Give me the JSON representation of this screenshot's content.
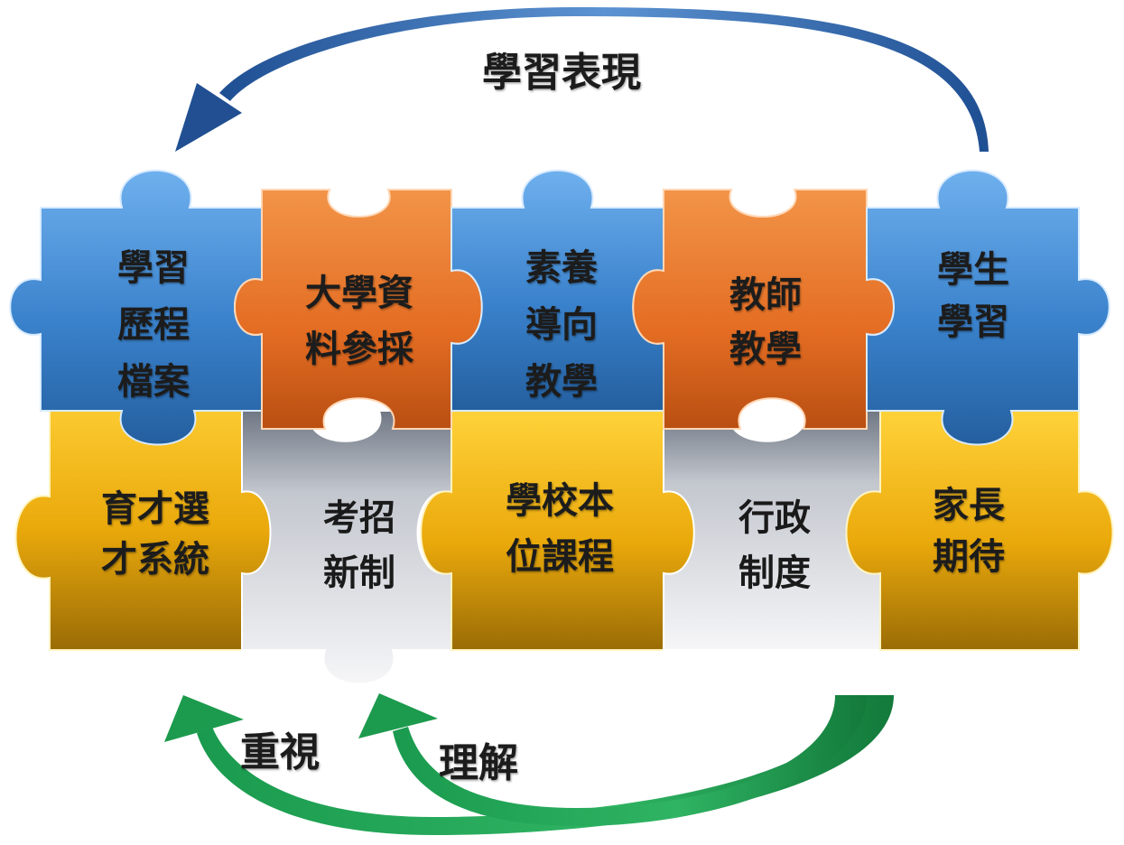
{
  "arrows": {
    "top": {
      "label": "學習表現",
      "color": "#2a5ea8"
    },
    "bottom_left": {
      "label": "重視",
      "color": "#1f9a4f"
    },
    "bottom_right": {
      "label": "理解",
      "color": "#1f9a4f"
    }
  },
  "colors": {
    "blue": "#3f86cf",
    "orange": "#e8772a",
    "yellow": "#e6a80a",
    "gray": "#c9ccd2"
  },
  "pieces": {
    "portfolio": {
      "lines": [
        "學習",
        "歷程",
        "檔案"
      ],
      "color": "blue"
    },
    "univ_admission_ref": {
      "lines": [
        "大學資",
        "料參採"
      ],
      "color": "orange"
    },
    "competency_teaching": {
      "lines": [
        "素養",
        "導向",
        "教學"
      ],
      "color": "blue"
    },
    "teacher_teaching": {
      "lines": [
        "教師",
        "教學"
      ],
      "color": "orange"
    },
    "student_learning": {
      "lines": [
        "學生",
        "學習"
      ],
      "color": "blue"
    },
    "talent_selection": {
      "lines": [
        "育才選",
        "才系統"
      ],
      "color": "yellow"
    },
    "new_exam_system": {
      "lines": [
        "考招",
        "新制"
      ],
      "color": "gray"
    },
    "school_curriculum": {
      "lines": [
        "學校本",
        "位課程"
      ],
      "color": "yellow"
    },
    "admin_system": {
      "lines": [
        "行政",
        "制度"
      ],
      "color": "gray"
    },
    "parent_expectation": {
      "lines": [
        "家長",
        "期待"
      ],
      "color": "yellow"
    }
  }
}
